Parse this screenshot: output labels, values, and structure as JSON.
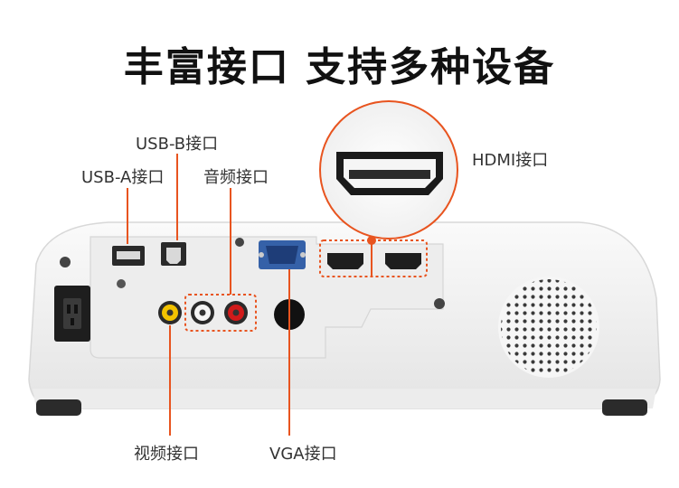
{
  "title": "丰富接口 支持多种设备",
  "labels": {
    "usb_b": "USB-B接口",
    "usb_a": "USB-A接口",
    "audio": "音频接口",
    "hdmi": "HDMI接口",
    "video": "视频接口",
    "vga": "VGA接口"
  },
  "colors": {
    "callout_line": "#e8541f",
    "projector_body": "#f4f4f4",
    "panel": "#e9e9e9",
    "audio_red": "#d11a1a",
    "video_yellow": "#f2c200"
  }
}
